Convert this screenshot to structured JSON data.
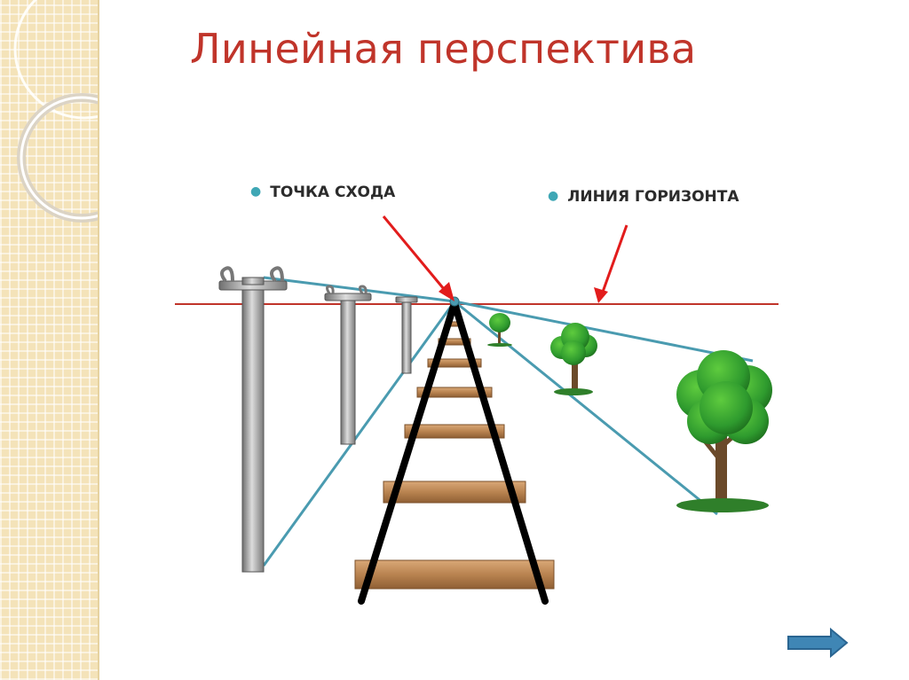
{
  "title": "Линейная перспектива",
  "bullets": [
    {
      "label": "ТОЧКА СХОДА"
    },
    {
      "label": "ЛИНИЯ ГОРИЗОНТА"
    }
  ],
  "colors": {
    "title": "#c0342a",
    "bullet": "#3fa7b5",
    "horizon": "#c0342a",
    "arrow": "#e21c1c",
    "perspective_lines": "#4a9bb0",
    "rails": "#000000",
    "sleepers": "#b07a4a",
    "poles": "#8a8a8a",
    "tree_foliage": "#2e9a2e",
    "tree_trunk": "#6b4a2a"
  },
  "icons": {
    "next": "arrow-right-icon"
  }
}
